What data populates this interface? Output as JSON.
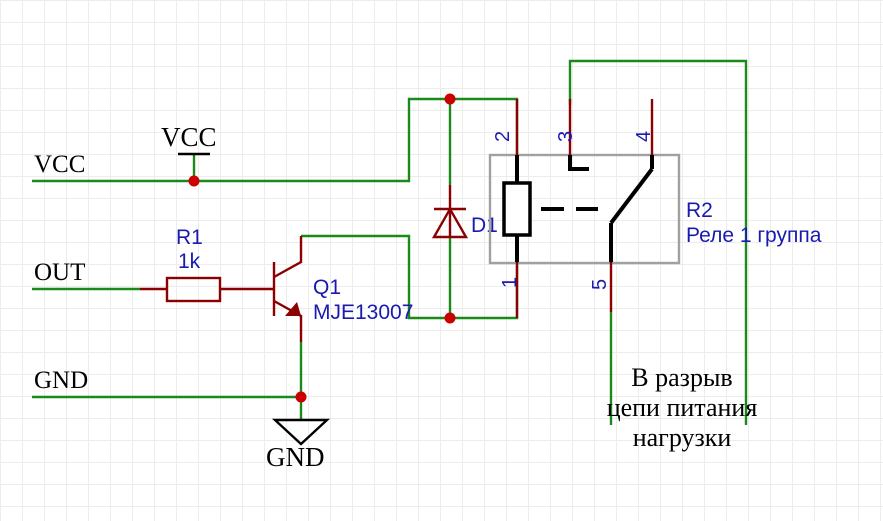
{
  "nets": {
    "vcc_label": "VCC",
    "out_label": "OUT",
    "gnd_label": "GND",
    "vcc_symbol": "VCC",
    "gnd_symbol": "GND"
  },
  "components": {
    "r1": {
      "ref": "R1",
      "value": "1k"
    },
    "q1": {
      "ref": "Q1",
      "value": "MJE13007"
    },
    "d1": {
      "ref": "D1"
    },
    "r2": {
      "ref": "R2",
      "value": "Реле 1 группа"
    }
  },
  "relay_pins": [
    "2",
    "3",
    "4",
    "1",
    "5"
  ],
  "note": {
    "line1": "В разрыв",
    "line2": "цепи питания",
    "line3": "нагрузки"
  },
  "colors": {
    "wire": "#1a8a1a",
    "component": "#8b0000",
    "junction": "#cc0000",
    "label_blue": "#1a1ab0",
    "box": "#a0a0a0"
  }
}
